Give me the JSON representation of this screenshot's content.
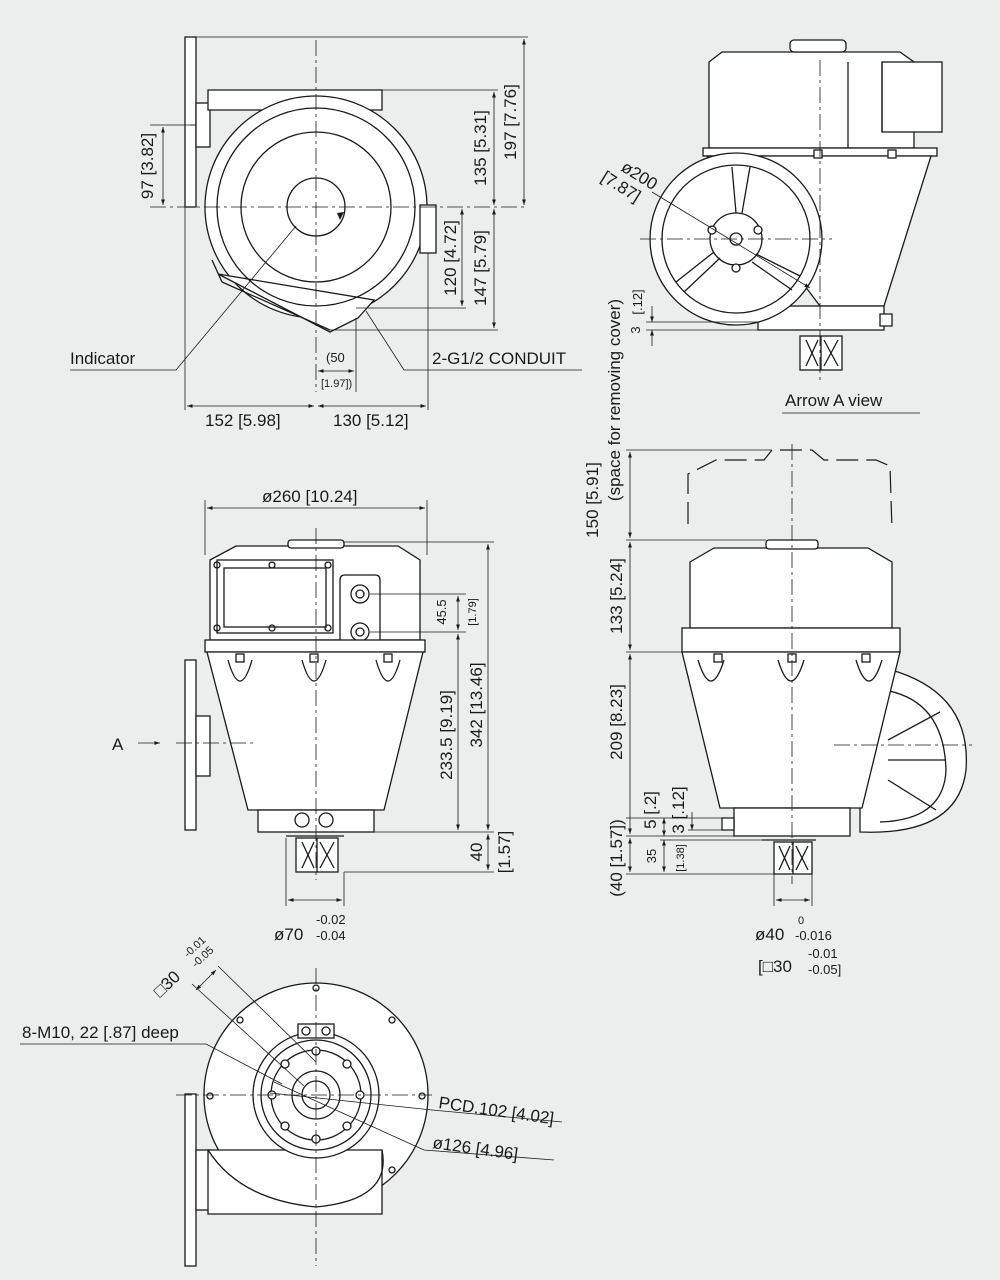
{
  "top_view": {
    "dim_97": "97 [3.82]",
    "dim_197": "197 [7.76]",
    "dim_135": "135 [5.31]",
    "dim_120": "120 [4.72]",
    "dim_147": "147 [5.79]",
    "dim_50": "(50",
    "dim_50_in": "[1.97])",
    "indicator_label": "Indicator",
    "conduit_label": "2-G1/2 CONDUIT",
    "dim_152": "152 [5.98]",
    "dim_130": "130 [5.12]"
  },
  "arrow_a_view": {
    "dia_200": "ø200",
    "dia_200_in": "[7.87]",
    "dim_3": "3",
    "dim_3_in": "[.12]",
    "title": "Arrow A view"
  },
  "front_view": {
    "dia_260": "ø260 [10.24]",
    "dim_45_5": "45.5",
    "dim_45_5_in": "[1.79]",
    "dim_233_5": "233.5 [9.19]",
    "dim_342": "342 [13.46]",
    "dim_40": "40",
    "dim_40_in": "[1.57]",
    "arrow_label": "A",
    "dia_70": "ø70",
    "tol_70_upper": "-0.02",
    "tol_70_lower": "-0.04"
  },
  "side_view": {
    "dim_150": "150 [5.91]",
    "dim_150_note": "(space for removing cover)",
    "dim_133": "133 [5.24]",
    "dim_209": "209 [8.23]",
    "dim_40": "(40 [1.57])",
    "dim_5": "5 [.2]",
    "dim_3": "3 [.12]",
    "dim_35": "35",
    "dim_35_in": "[1.38]",
    "dia_40": "ø40",
    "tol_40_upper": "0",
    "tol_40_lower": "-0.016",
    "sq_30": "[□30",
    "tol_sq30_upper": "-0.01",
    "tol_sq30_lower": "-0.05]"
  },
  "bottom_view": {
    "sq_30": "□30",
    "tol_upper": "-0.01",
    "tol_lower": "-0.05",
    "bolt_label": "8-M10, 22 [.87] deep",
    "pcd_label": "PCD.102 [4.02]",
    "dia_126": "ø126 [4.96]"
  }
}
